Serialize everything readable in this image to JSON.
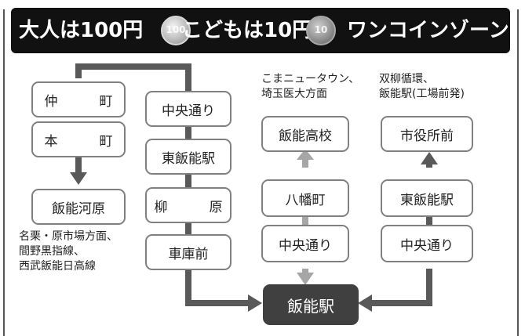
{
  "banner": {
    "adult_fare": "大人は100円",
    "child_fare": "こどもは10円",
    "zone_label": "ワンコインゾーン",
    "coin_100_label": "100",
    "coin_10_label": "10",
    "colors": {
      "banner_bg": "#111111",
      "text": "#ffffff"
    }
  },
  "route_left": {
    "stops": [
      "仲　町",
      "本　町",
      "飯能河原"
    ],
    "note": [
      "名栗・原市場方面、",
      "間野黒指線、",
      "西武飯能日高線"
    ]
  },
  "route_center_left": {
    "stops": [
      "中央通り",
      "東飯能駅",
      "柳　原",
      "車庫前"
    ]
  },
  "route_center_right": {
    "note": [
      "こまニュータウン、",
      "埼玉医大方面"
    ],
    "stops": [
      "飯能高校",
      "八幡町",
      "中央通り"
    ]
  },
  "route_right": {
    "note": [
      "双柳循環、",
      "飯能駅(工場前発)"
    ],
    "stops": [
      "市役所前",
      "東飯能駅",
      "中央通り"
    ]
  },
  "terminal": {
    "label": "飯能駅"
  },
  "colors": {
    "dark_line": "#595959",
    "light_line": "#a6a6a6",
    "box_border": "#808080",
    "terminal_bg": "#404040"
  }
}
